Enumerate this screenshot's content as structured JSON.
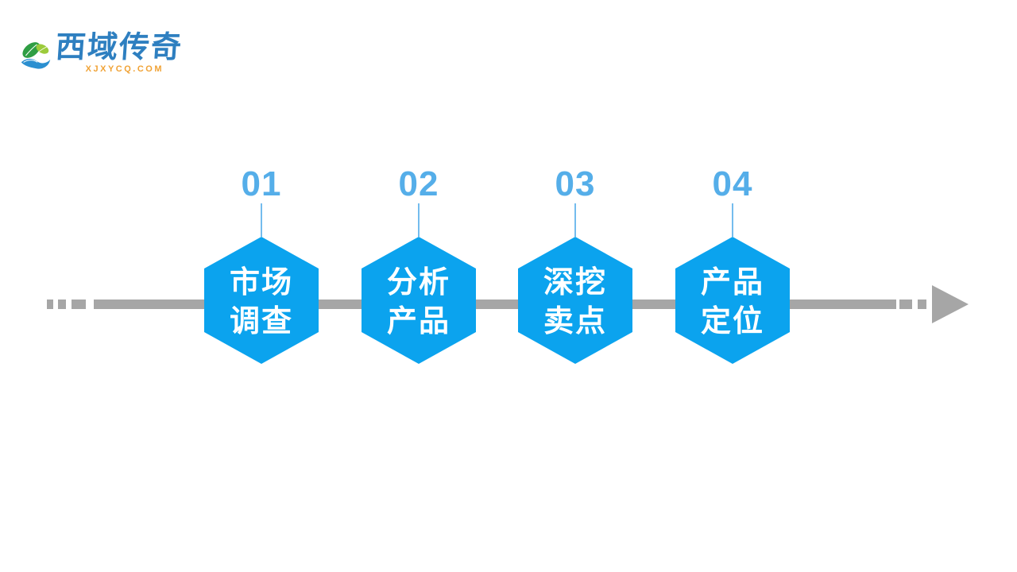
{
  "logo": {
    "brand_name": "西域传奇",
    "domain": "XJXYCQ.COM",
    "icon": "leaf-and-wave-icon",
    "colors": {
      "brand_text_blue": "#2e7fc0",
      "domain_orange": "#f0a235",
      "leaf_dark_green": "#2f9e44",
      "leaf_light_green": "#9ccb3b",
      "wave_blue": "#2b8fd0"
    }
  },
  "process": {
    "steps": [
      {
        "number": "01",
        "line1": "市场",
        "line2": "调查"
      },
      {
        "number": "02",
        "line1": "分析",
        "line2": "产品"
      },
      {
        "number": "03",
        "line1": "深挖",
        "line2": "卖点"
      },
      {
        "number": "04",
        "line1": "产品",
        "line2": "定位"
      }
    ],
    "colors": {
      "hexagon_blue": "#0ba3ee",
      "number_blue": "#55aee9",
      "connector_blue": "#74bcee",
      "timeline_gray": "#a6a6a6",
      "hexagon_text": "#ffffff"
    }
  }
}
